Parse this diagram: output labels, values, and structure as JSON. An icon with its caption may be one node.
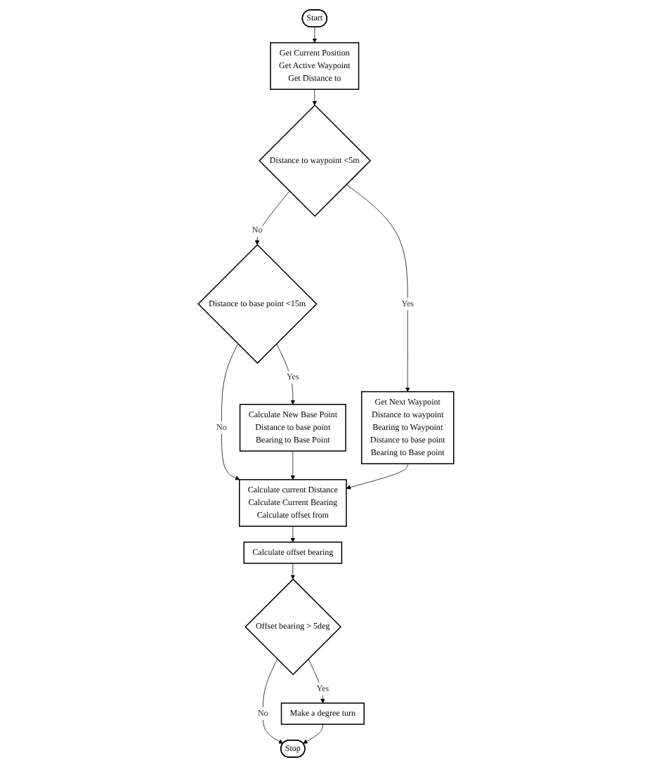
{
  "diagram": {
    "nodes": [
      {
        "text": [
          "Start"
        ]
      },
      {
        "text": [
          "Get Current Position",
          "Get Active Waypoint",
          "Get Distance to"
        ]
      },
      {
        "text": [
          "Distance to waypoint <5m"
        ]
      },
      {
        "text": [
          "Get Next Waypoint",
          "Distance to waypoint",
          "Bearing to Waypoint",
          "Distance to base point",
          "Bearing to Base point"
        ]
      },
      {
        "text": [
          "Distance to base point <15m"
        ]
      },
      {
        "text": [
          "Calculate New Base Point",
          "Distance to base point",
          "Bearing to Base Point"
        ]
      },
      {
        "text": [
          "Calculate current Distance",
          "Calculate Current Bearing",
          "Calculate offset from"
        ]
      },
      {
        "text": [
          "Calculate offset bearing"
        ]
      },
      {
        "text": [
          "Offset bearing > 5deg"
        ]
      },
      {
        "text": [
          "Make a degree turn"
        ]
      },
      {
        "text": [
          "Stop"
        ]
      }
    ],
    "edges": [
      {
        "from": 0,
        "to": 1,
        "arrow": "to"
      },
      {
        "from": 1,
        "to": 2,
        "arrow": "to"
      },
      {
        "from": 2,
        "to": 3,
        "label": "Yes",
        "arrow": "to"
      },
      {
        "from": 2,
        "to": 4,
        "label": "No",
        "arrow": "to"
      },
      {
        "from": 4,
        "to": 5,
        "label": "Yes",
        "arrow": "to"
      },
      {
        "from": 4,
        "to": 6,
        "label": "No",
        "arrow": "to"
      },
      {
        "from": 5,
        "to": 6,
        "arrow": "to"
      },
      {
        "from": 3,
        "to": 6,
        "arrow": "to"
      },
      {
        "from": 6,
        "to": 7,
        "arrow": "to"
      },
      {
        "from": 7,
        "to": 8,
        "arrow": "to"
      },
      {
        "from": 8,
        "to": 9,
        "label": "Yes",
        "arrow": "to"
      },
      {
        "from": 8,
        "to": 10,
        "label": "No",
        "arrow": "to"
      },
      {
        "from": 9,
        "to": 10,
        "arrow": "to"
      }
    ]
  }
}
